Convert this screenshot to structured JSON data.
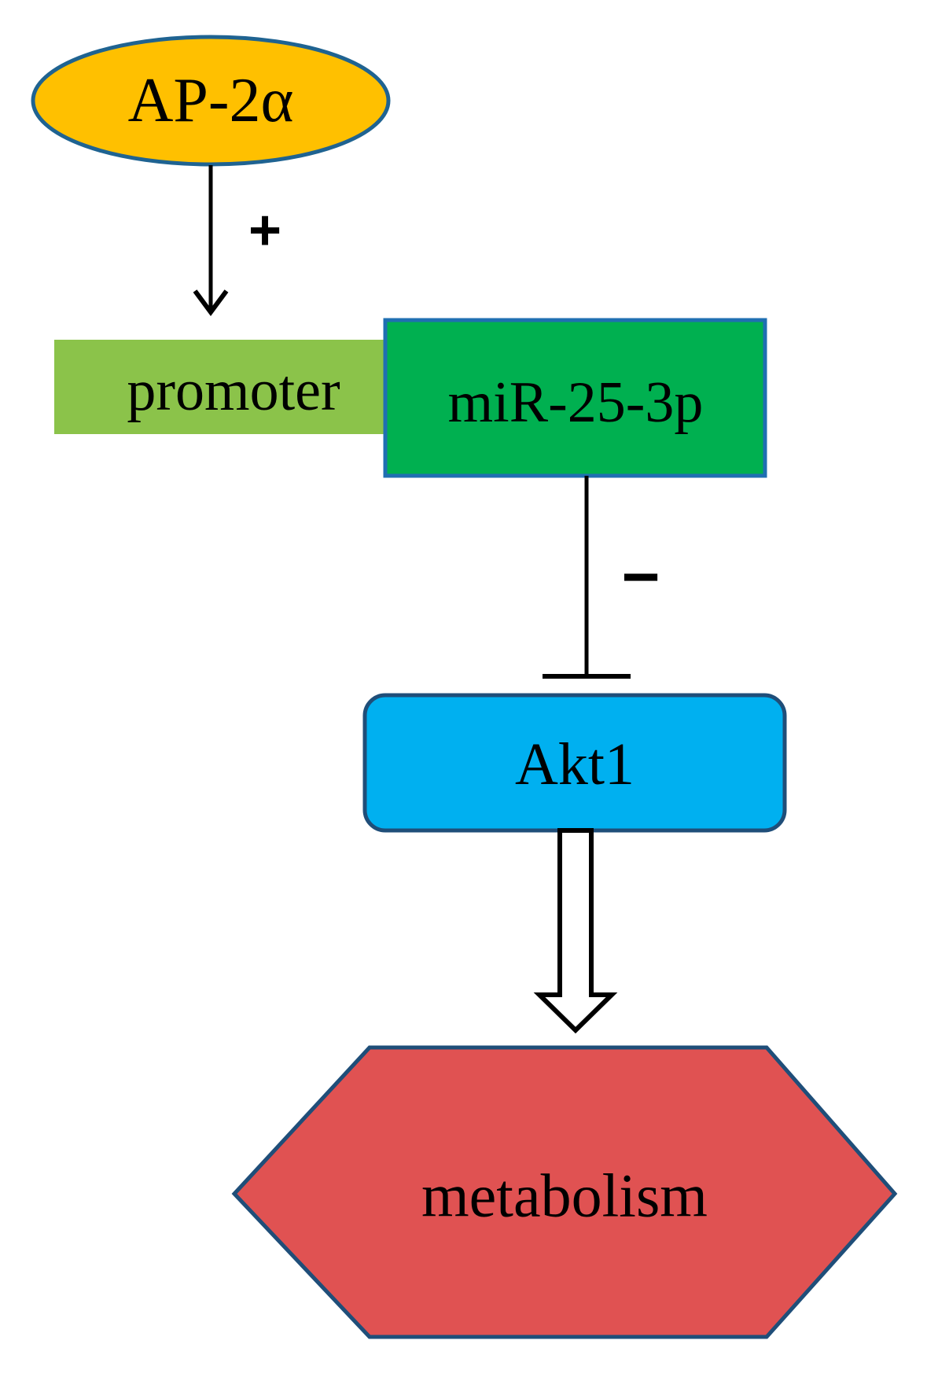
{
  "nodes": {
    "ap2a": {
      "label": "AP-2α",
      "fill": "#FFC000",
      "stroke": "#1F6391"
    },
    "promoter": {
      "label": "promoter",
      "fill": "#8BC34A"
    },
    "mir": {
      "label": "miR-25-3p",
      "fill": "#00B050",
      "stroke": "#1F6FB2"
    },
    "akt1": {
      "label": "Akt1",
      "fill": "#00B0F0",
      "stroke": "#1F4E79"
    },
    "metabolism": {
      "label": "metabolism",
      "fill": "#E05252",
      "stroke": "#1F4E79"
    }
  },
  "edges": {
    "activation_sign": "+",
    "inhibition_sign": "−"
  }
}
